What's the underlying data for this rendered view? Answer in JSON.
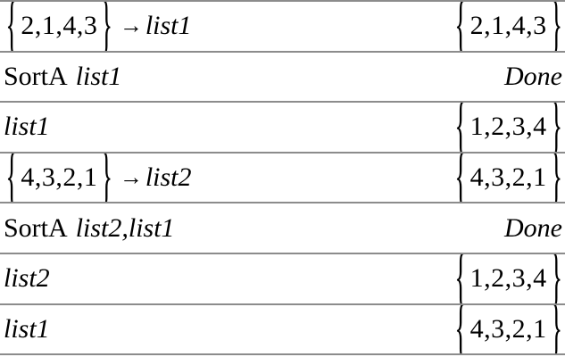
{
  "app": {
    "view_name": "cas-calculator-history",
    "divider_color": "#8c8c8c",
    "background_color": "#ffffff",
    "text_color": "#000000"
  },
  "glyphs": {
    "brace_open": "{",
    "brace_close": "}",
    "store_arrow": "→",
    "comma": ","
  },
  "rows": [
    {
      "id": "row-1",
      "input": {
        "kind": "store",
        "list": "2,1,4,3",
        "target": "list1",
        "text": "{2,1,4,3}→list1"
      },
      "output": {
        "kind": "list",
        "list": "2,1,4,3",
        "text": "{2,1,4,3}"
      }
    },
    {
      "id": "row-2",
      "input": {
        "kind": "command",
        "command": "SortA",
        "args": "list1",
        "text": "SortA list1"
      },
      "output": {
        "kind": "status",
        "text": "Done"
      }
    },
    {
      "id": "row-3",
      "input": {
        "kind": "variable",
        "name": "list1",
        "text": "list1"
      },
      "output": {
        "kind": "list",
        "list": "1,2,3,4",
        "text": "{1,2,3,4}"
      }
    },
    {
      "id": "row-4",
      "input": {
        "kind": "store",
        "list": "4,3,2,1",
        "target": "list2",
        "text": "{4,3,2,1}→list2"
      },
      "output": {
        "kind": "list",
        "list": "4,3,2,1",
        "text": "{4,3,2,1}"
      }
    },
    {
      "id": "row-5",
      "input": {
        "kind": "command",
        "command": "SortA",
        "args": "list2,list1",
        "text": "SortA list2,list1"
      },
      "output": {
        "kind": "status",
        "text": "Done"
      }
    },
    {
      "id": "row-6",
      "input": {
        "kind": "variable",
        "name": "list2",
        "text": "list2"
      },
      "output": {
        "kind": "list",
        "list": "1,2,3,4",
        "text": "{1,2,3,4}"
      }
    },
    {
      "id": "row-7",
      "input": {
        "kind": "variable",
        "name": "list1",
        "text": "list1"
      },
      "output": {
        "kind": "list",
        "list": "4,3,2,1",
        "text": "{4,3,2,1}"
      }
    }
  ]
}
